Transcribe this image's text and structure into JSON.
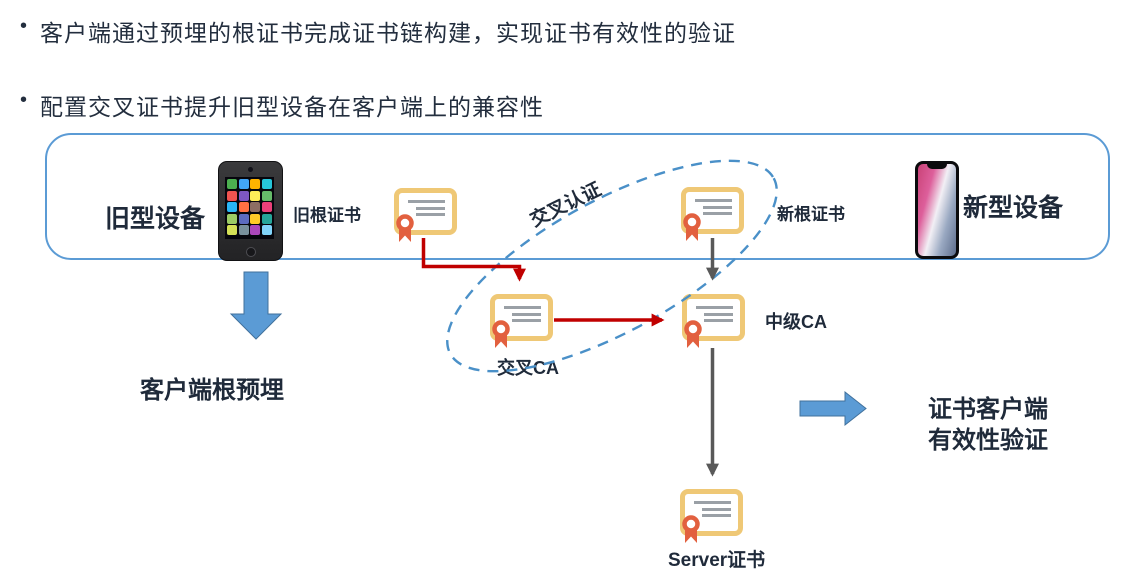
{
  "slide": {
    "bullets": [
      "客户端通过预埋的根证书完成证书链构建，实现证书有效性的验证",
      "配置交叉证书提升旧型设备在客户端上的兼容性"
    ]
  },
  "devices_box": {
    "old_device_label": "旧型设备",
    "old_root_cert_label": "旧根证书",
    "cross_certification_label": "交叉认证",
    "new_root_cert_label": "新根证书",
    "new_device_label": "新型设备"
  },
  "flow": {
    "cross_ca_label": "交叉CA",
    "intermediate_ca_label": "中级CA",
    "server_cert_label": "Server证书",
    "client_root_preembed_label": "客户端根预埋",
    "validation_label_line1": "证书客户端",
    "validation_label_line2": "有效性验证"
  },
  "icons": {
    "certificate": "gold-bordered certificate card with gray text lines and red ribbon seal",
    "old_phone": "classic iphone with colorful app grid",
    "new_phone": "iphone-x with notch and pink-blue wallpaper",
    "down_block_arrow": "blue block arrow pointing down",
    "right_block_arrow": "blue block arrow pointing right",
    "dashed_ellipse": "blue dashed rotated ellipse grouping cross certification"
  },
  "colors": {
    "accent_blue": "#5B9BD5",
    "block_arrow_edge": "#41719C",
    "dashed_ellipse_blue": "#4A90C8",
    "arrow_red": "#C00000",
    "arrow_gray": "#595959",
    "cert_border": "#EFC876",
    "cert_seal": "#E2603F",
    "text_dark": "#1F2A3A"
  }
}
